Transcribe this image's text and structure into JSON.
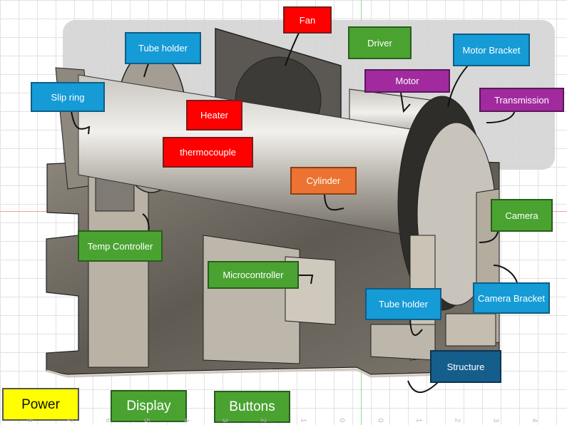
{
  "diagram": {
    "title": "Rotating cylinder assembly (CAD render with annotated components)",
    "labels": [
      {
        "id": "slip-ring",
        "text": "Slip ring",
        "color": "#159bd6"
      },
      {
        "id": "tube-holder-top",
        "text": "Tube holder",
        "color": "#159bd6"
      },
      {
        "id": "fan",
        "text": "Fan",
        "color": "#ff0000"
      },
      {
        "id": "driver",
        "text": "Driver",
        "color": "#4aa331"
      },
      {
        "id": "motor-bracket",
        "text": "Motor Bracket",
        "color": "#159bd6"
      },
      {
        "id": "motor",
        "text": "Motor",
        "color": "#a12a9e"
      },
      {
        "id": "transmission",
        "text": "Transmission",
        "color": "#a12a9e"
      },
      {
        "id": "heater",
        "text": "Heater",
        "color": "#ff0000"
      },
      {
        "id": "thermocouple",
        "text": "thermocouple",
        "color": "#ff0000"
      },
      {
        "id": "cylinder",
        "text": "Cylinder",
        "color": "#ec7331"
      },
      {
        "id": "camera",
        "text": "Camera",
        "color": "#4aa331"
      },
      {
        "id": "temp-controller",
        "text": "Temp Controller",
        "color": "#4aa331"
      },
      {
        "id": "microcontroller",
        "text": "Microcontroller",
        "color": "#4aa331"
      },
      {
        "id": "tube-holder-bottom",
        "text": "Tube holder",
        "color": "#159bd6"
      },
      {
        "id": "camera-bracket",
        "text": "Camera Bracket",
        "color": "#159bd6"
      },
      {
        "id": "structure",
        "text": "Structure",
        "color": "#155e8c"
      },
      {
        "id": "power",
        "text": "Power",
        "color": "#ffff00"
      },
      {
        "id": "display",
        "text": "Display",
        "color": "#4aa331"
      },
      {
        "id": "buttons",
        "text": "Buttons",
        "color": "#4aa331"
      }
    ],
    "ruler_ticks": [
      "8",
      "7",
      "6",
      "5",
      "4",
      "3",
      "2",
      "1",
      "0",
      "0",
      "1",
      "2",
      "3",
      "4"
    ]
  }
}
